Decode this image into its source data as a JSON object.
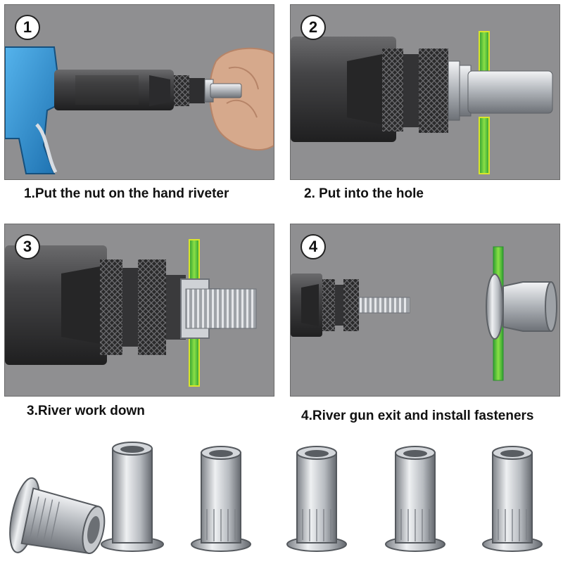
{
  "panels": [
    {
      "number": "1",
      "caption": "1.Put the nut on the hand riveter"
    },
    {
      "number": "2",
      "caption": "2. Put into the hole"
    },
    {
      "number": "3",
      "caption": "3.River work down"
    },
    {
      "number": "4",
      "caption": "4.River gun exit and install fasteners"
    }
  ],
  "colors": {
    "panel_bg": "#8f8f91",
    "tool_body": "#3a3a3c",
    "riveter_blue": "#2e8fd0",
    "sheet_green": "#49c43a",
    "sheet_yellow": "#d9e62a",
    "steel": "#c9ccd0",
    "hand_skin": "#d6a98c"
  },
  "icons": [
    "step-1-badge",
    "step-2-badge",
    "step-3-badge",
    "step-4-badge"
  ]
}
